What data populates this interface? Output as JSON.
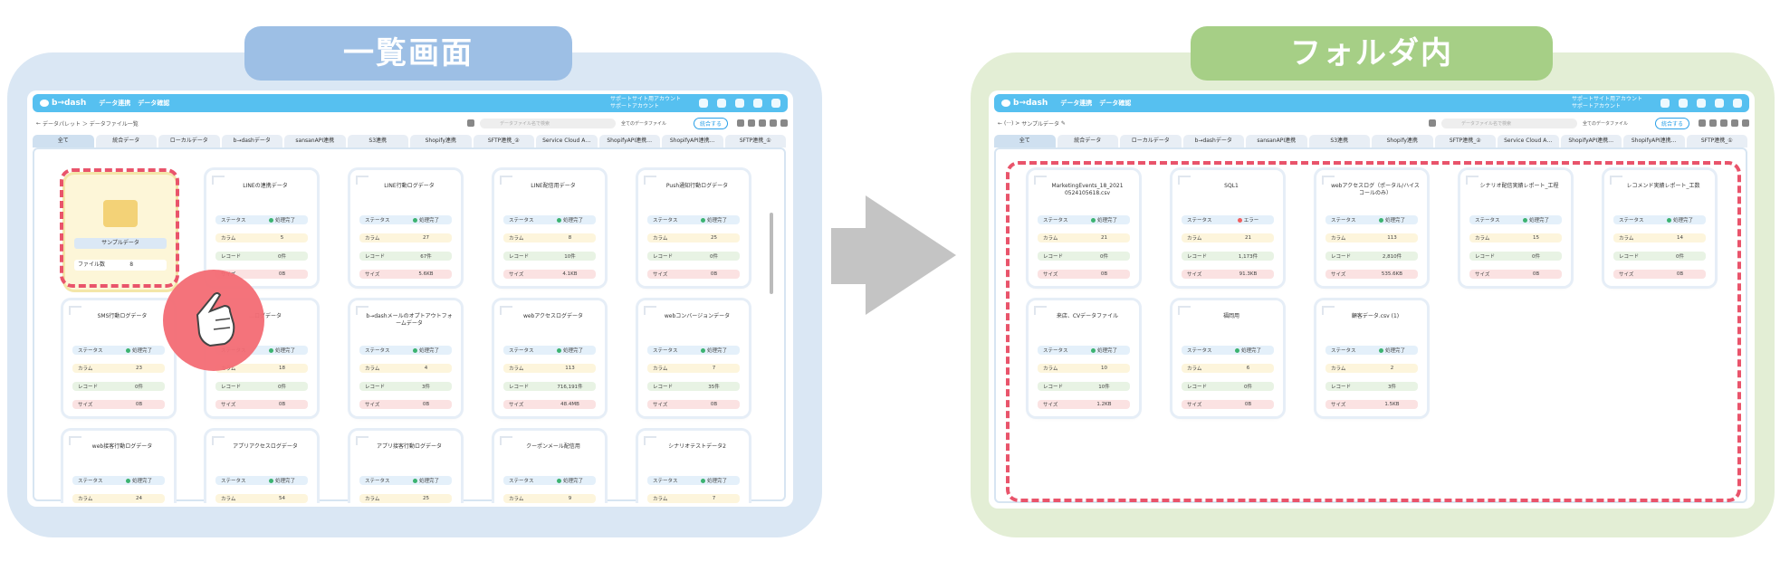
{
  "titles": {
    "left": "一覧画面",
    "right": "フォルダ内"
  },
  "app": {
    "logo": "b→dash",
    "nav": [
      "データ連携",
      "データ確認"
    ],
    "account_line1": "サポートサイト用アカウント",
    "account_line2": "サポートアカウント",
    "search_placeholder": "データファイル名で検索",
    "filter": "全てのデータファイル",
    "merge_button": "統合する"
  },
  "left_screen": {
    "breadcrumb": "データパレット ＞ データファイル一覧",
    "tabs": [
      "全て",
      "統合データ",
      "ローカルデータ",
      "b→dashデータ",
      "sansanAPI連携",
      "S3連携",
      "Shopify連携",
      "SFTP連携_②",
      "Service Cloud A…",
      "ShopifyAPI連携…",
      "ShopifyAPI連携…",
      "SFTP連携_①"
    ],
    "folder": {
      "name": "サンプルデータ",
      "count_label": "ファイル数",
      "count": "8"
    },
    "labels": {
      "status": "ステータス",
      "column": "カラム",
      "record": "レコード",
      "size": "サイズ",
      "done": "処理完了"
    },
    "cards": [
      {
        "title": "LINEの連携データ",
        "column": "5",
        "record": "0件",
        "size": "0B"
      },
      {
        "title": "LINE行動ログデータ",
        "column": "27",
        "record": "67件",
        "size": "5.6KB"
      },
      {
        "title": "LINE配信用データ",
        "column": "8",
        "record": "10件",
        "size": "4.1KB"
      },
      {
        "title": "Push通知行動ログデータ",
        "column": "25",
        "record": "0件",
        "size": "0B"
      },
      {
        "title": "SMS行動ログデータ",
        "column": "23",
        "record": "0件",
        "size": "0B"
      },
      {
        "title": "…ログデータ",
        "column": "18",
        "record": "0件",
        "size": "0B"
      },
      {
        "title": "b→dashメールのオプトアウトフォームデータ",
        "column": "4",
        "record": "3件",
        "size": "0B"
      },
      {
        "title": "webアクセスログデータ",
        "column": "113",
        "record": "716,191件",
        "size": "48.4MB"
      },
      {
        "title": "webコンバージョンデータ",
        "column": "7",
        "record": "35件",
        "size": "0B"
      },
      {
        "title": "web接客行動ログデータ",
        "column": "24"
      },
      {
        "title": "アプリアクセスログデータ",
        "column": "54"
      },
      {
        "title": "アプリ接客行動ログデータ",
        "column": "25"
      },
      {
        "title": "クーポンメール配信用",
        "column": "9"
      },
      {
        "title": "シナリオテストデータ2",
        "column": "7"
      }
    ]
  },
  "right_screen": {
    "breadcrumb": "サンプルデータ",
    "tabs": [
      "全て",
      "統合データ",
      "ローカルデータ",
      "b→dashデータ",
      "sansanAPI連携",
      "S3連携",
      "Shopify連携",
      "SFTP連携_②",
      "Service Cloud A…",
      "ShopifyAPI連携…",
      "ShopifyAPI連携…",
      "SFTP連携_①"
    ],
    "cards": [
      {
        "title": "MarketingEvents_18_2021 0524105618.csv",
        "status": "処理完了",
        "column": "21",
        "record": "0件",
        "size": "0B"
      },
      {
        "title": "SQL1",
        "status": "エラー",
        "column": "21",
        "record": "1,173件",
        "size": "91.3KB"
      },
      {
        "title": "webアクセスログ（ポータル/ハイスコールのみ）",
        "status": "処理完了",
        "column": "113",
        "record": "2,810件",
        "size": "535.6KB"
      },
      {
        "title": "シナリオ配信実績レポート_工程",
        "status": "処理完了",
        "column": "15",
        "record": "0件",
        "size": "0B"
      },
      {
        "title": "レコメンド実績レポート_工数",
        "status": "処理完了",
        "column": "14",
        "record": "0件",
        "size": "0B"
      },
      {
        "title": "来店、CVデータファイル",
        "status": "処理完了",
        "column": "10",
        "record": "10件",
        "size": "1.2KB"
      },
      {
        "title": "福岡用",
        "status": "処理完了",
        "column": "6",
        "record": "0件",
        "size": "0B"
      },
      {
        "title": "顧客データ.csv (1)",
        "status": "処理完了",
        "column": "2",
        "record": "3件",
        "size": "1.5KB"
      }
    ]
  }
}
